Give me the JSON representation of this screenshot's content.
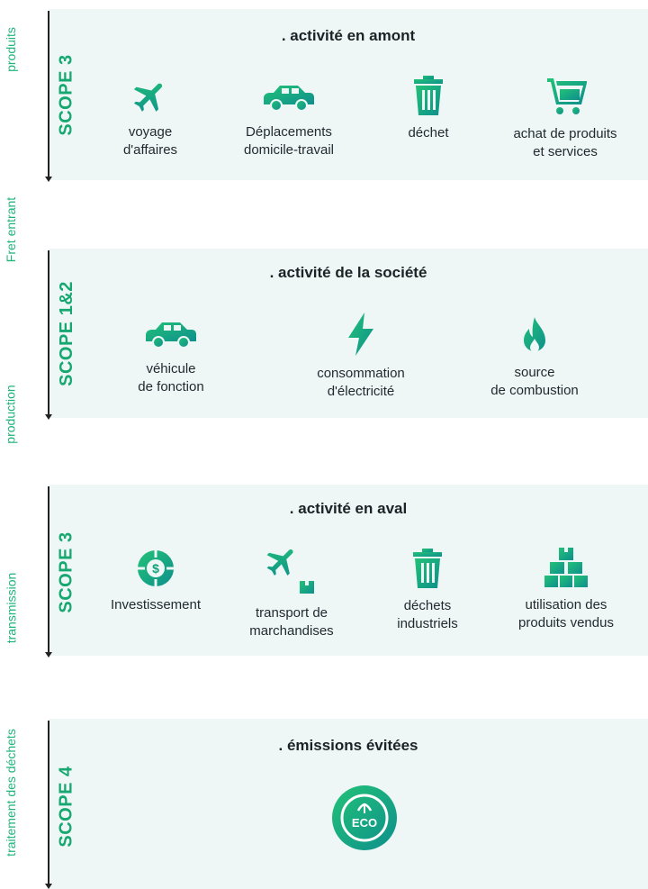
{
  "colors": {
    "accent": "#1fb57a",
    "accent_dark": "#0f9a86",
    "panel": "#eef6f6"
  },
  "side_labels": [
    "produits",
    "Fret entrant",
    "production",
    "transmission",
    "traitement des déchets"
  ],
  "sections": [
    {
      "scope": "SCOPE 3",
      "title": ". activité en amont",
      "items": [
        {
          "icon": "airplane-icon",
          "label": "voyage\nd'affaires"
        },
        {
          "icon": "car-icon",
          "label": "Déplacements\ndomicile-travail"
        },
        {
          "icon": "trash-icon",
          "label": "déchet"
        },
        {
          "icon": "cart-icon",
          "label": "achat de produits\net services"
        }
      ]
    },
    {
      "scope": "SCOPE 1&2",
      "title": ". activité de la société",
      "items": [
        {
          "icon": "car-icon",
          "label": "véhicule\nde fonction"
        },
        {
          "icon": "lightning-icon",
          "label": "consommation\nd'électricité"
        },
        {
          "icon": "flame-icon",
          "label": "source\nde combustion"
        }
      ]
    },
    {
      "scope": "SCOPE 3",
      "title": ". activité en aval",
      "items": [
        {
          "icon": "dollar-pie-icon",
          "label": "Investissement"
        },
        {
          "icon": "airplane-package-icon",
          "label": "transport de\nmarchandises"
        },
        {
          "icon": "trash-icon",
          "label": "déchets\nindustriels"
        },
        {
          "icon": "boxes-icon",
          "label": "utilisation des\nproduits vendus"
        }
      ]
    },
    {
      "scope": "SCOPE 4",
      "title": ". émissions évitées",
      "items": [
        {
          "icon": "eco-badge-icon",
          "label": "ECO"
        }
      ]
    }
  ]
}
